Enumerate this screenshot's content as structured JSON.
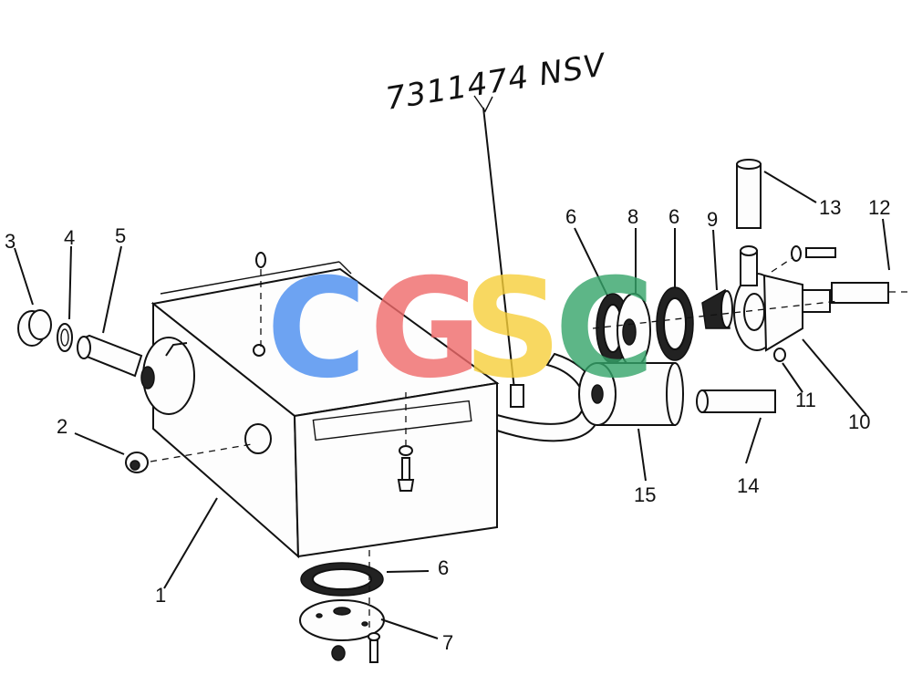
{
  "annotation": {
    "text": "7311474 NSV"
  },
  "callouts": [
    "1",
    "2",
    "3",
    "4",
    "5",
    "6",
    "6",
    "6",
    "7",
    "8",
    "9",
    "10",
    "11",
    "12",
    "13",
    "14",
    "15"
  ],
  "watermark": {
    "letters": [
      "C",
      "G",
      "S",
      "C"
    ],
    "colors": [
      "#4a8df0",
      "#f06a6a",
      "#f7cf3a",
      "#35a56a"
    ]
  }
}
